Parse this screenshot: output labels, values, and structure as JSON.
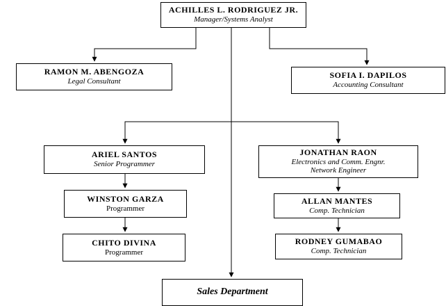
{
  "nodes": {
    "manager": {
      "name": "ACHILLES L. RODRIGUEZ JR.",
      "role": "Manager/Systems Analyst"
    },
    "legal": {
      "name": "RAMON M. ABENGOZA",
      "role": "Legal Consultant"
    },
    "accounting": {
      "name": "SOFIA I. DAPILOS",
      "role": "Accounting Consultant"
    },
    "senior_programmer": {
      "name": "ARIEL SANTOS",
      "role": "Senior Programmer"
    },
    "programmer_1": {
      "name": "WINSTON GARZA",
      "role": "Programmer"
    },
    "programmer_2": {
      "name": "CHITO DIVINA",
      "role": "Programmer"
    },
    "network_engineer": {
      "name": "JONATHAN RAON",
      "role_line1": "Electronics and Comm. Engnr.",
      "role_line2": "Network Engineer"
    },
    "technician_1": {
      "name": "ALLAN MANTES",
      "role": "Comp. Technician"
    },
    "technician_2": {
      "name": "RODNEY GUMABAO",
      "role": "Comp. Technician"
    },
    "sales": {
      "label": "Sales Department"
    }
  },
  "colors": {
    "line": "#000000",
    "box_border": "#000000",
    "background": "#ffffff"
  }
}
